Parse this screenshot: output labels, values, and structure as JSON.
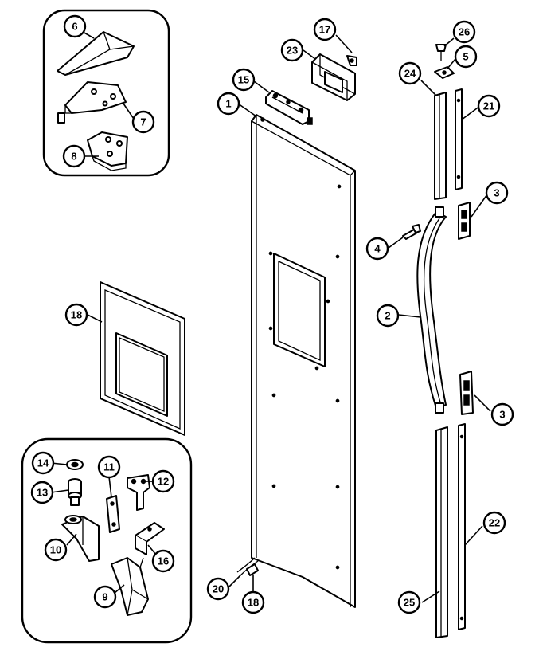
{
  "diagram": {
    "callouts": {
      "c1": "1",
      "c2": "2",
      "c3a": "3",
      "c3b": "3",
      "c4": "4",
      "c5": "5",
      "c6": "6",
      "c7": "7",
      "c8": "8",
      "c9": "9",
      "c10": "10",
      "c11": "11",
      "c12": "12",
      "c13": "13",
      "c14": "14",
      "c15": "15",
      "c16": "16",
      "c17": "17",
      "c18a": "18",
      "c18b": "18",
      "c20": "20",
      "c21": "21",
      "c22": "22",
      "c23": "23",
      "c24": "24",
      "c25": "25",
      "c26": "26"
    },
    "colors": {
      "line": "#000000",
      "background": "#ffffff"
    }
  }
}
